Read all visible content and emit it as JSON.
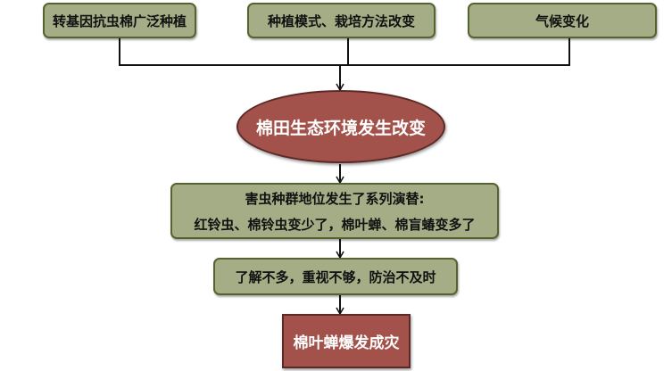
{
  "diagram": {
    "causes": [
      {
        "label": "转基因抗虫棉广泛种植"
      },
      {
        "label": "种植模式、栽培方法改变"
      },
      {
        "label": "气候变化"
      }
    ],
    "environment": {
      "label": "棉田生态环境发生改变"
    },
    "succession": {
      "line1": "害虫种群地位发生了系列演替:",
      "line2": "红铃虫、棉铃虫变少了，棉叶蝉、棉盲蝽变多了"
    },
    "neglect": {
      "label": "了解不多，重视不够，防治不及时"
    },
    "outcome": {
      "label": "棉叶蝉爆发成灾"
    }
  },
  "colors": {
    "box_fill": "#a4ad86",
    "box_border": "#55632f",
    "accent_fill": "#a2524a",
    "accent_border": "#5b2a26",
    "connector": "#111111"
  }
}
